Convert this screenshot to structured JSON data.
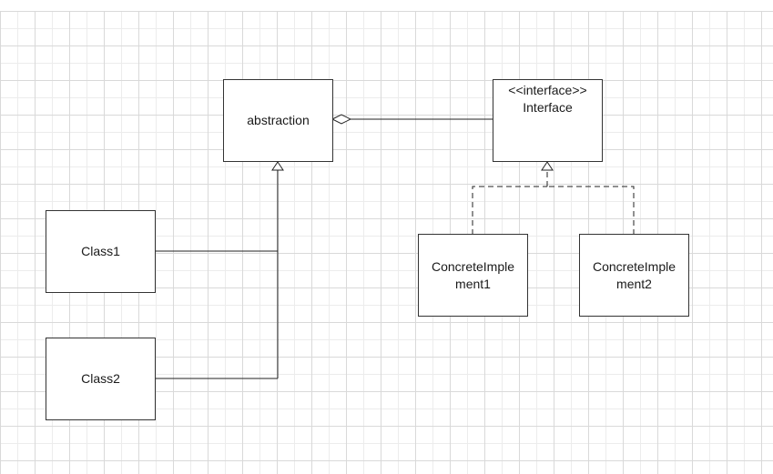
{
  "diagram": {
    "type": "UML class diagram (Bridge pattern)",
    "nodes": {
      "abstraction": {
        "label": "abstraction"
      },
      "interface": {
        "stereotype": "<<interface>>",
        "label": "Interface"
      },
      "class1": {
        "label": "Class1"
      },
      "class2": {
        "label": "Class2"
      },
      "concrete1": {
        "line1": "ConcreteImple",
        "line2": "ment1"
      },
      "concrete2": {
        "line1": "ConcreteImple",
        "line2": "ment2"
      }
    },
    "edges": [
      {
        "from": "abstraction",
        "to": "interface",
        "kind": "aggregation"
      },
      {
        "from": "class1",
        "to": "abstraction",
        "kind": "generalization"
      },
      {
        "from": "class2",
        "to": "abstraction",
        "kind": "generalization"
      },
      {
        "from": "concrete1",
        "to": "interface",
        "kind": "realization"
      },
      {
        "from": "concrete2",
        "to": "interface",
        "kind": "realization"
      }
    ],
    "colors": {
      "stroke": "#333333",
      "grid_major": "#d9d9d9",
      "grid_minor": "#ececec",
      "text": "#1a1a1a"
    }
  }
}
